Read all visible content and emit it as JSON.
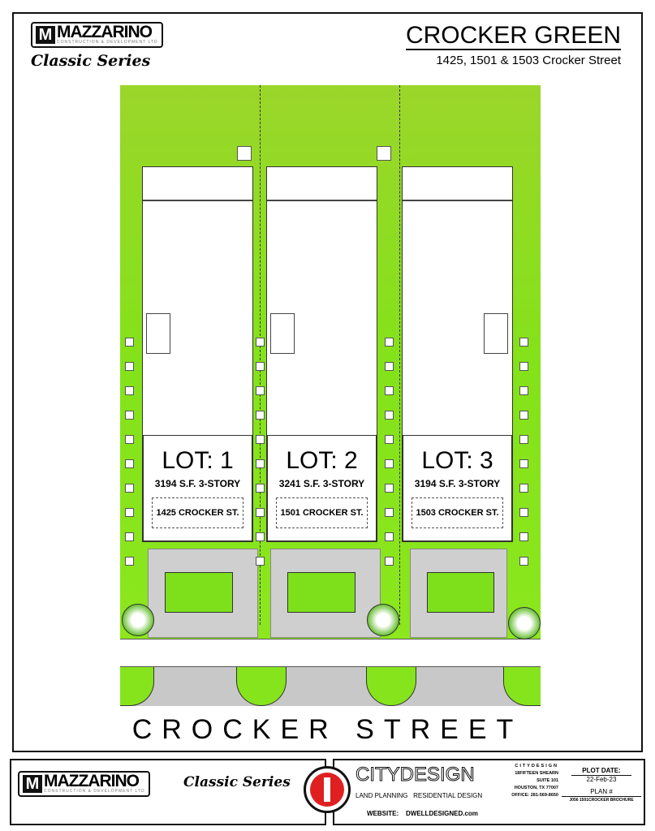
{
  "header": {
    "company": "MAZZARINO",
    "company_sub": "CONSTRUCTION & DEVELOPMENT LTD",
    "series": "Classic Series",
    "project_title": "CROCKER GREEN",
    "project_address": "1425, 1501 & 1503 Crocker Street"
  },
  "lots": [
    {
      "label": "LOT: 1",
      "area": "3194 S.F. 3-STORY",
      "address": "1425 CROCKER ST."
    },
    {
      "label": "LOT: 2",
      "area": "3241 S.F.  3-STORY",
      "address": "1501 CROCKER ST."
    },
    {
      "label": "LOT: 3",
      "area": "3194 S.F. 3-STORY",
      "address": "1503 CROCKER ST."
    }
  ],
  "street_name": "CROCKER STREET",
  "footer": {
    "company": "MAZZARINO",
    "company_sub": "CONSTRUCTION & DEVELOPMENT LTD",
    "series": "Classic Series",
    "designer": "CITYDESIGN",
    "designer_tagline": "LAND PLANNING   RESIDENTIAL DESIGN",
    "designer_small": "CITYDESIGN",
    "address1": "18FIFTEEN SHEARN",
    "address2": "SUITE 101",
    "address3": "HOUSTON, TX 77007",
    "office": "OFFICE:  281-569-8650",
    "website_label": "WEBSITE:",
    "website": "DWELLDESIGNED.com",
    "plot_date_label": "PLOT DATE:",
    "plot_date": "22-Feb-23",
    "plan_label": "PLAN #",
    "plan_value": "J056 1501CROCKER BROCHURE"
  },
  "colors": {
    "site_green": "#8ee81e",
    "logo_red": "#e02020"
  }
}
